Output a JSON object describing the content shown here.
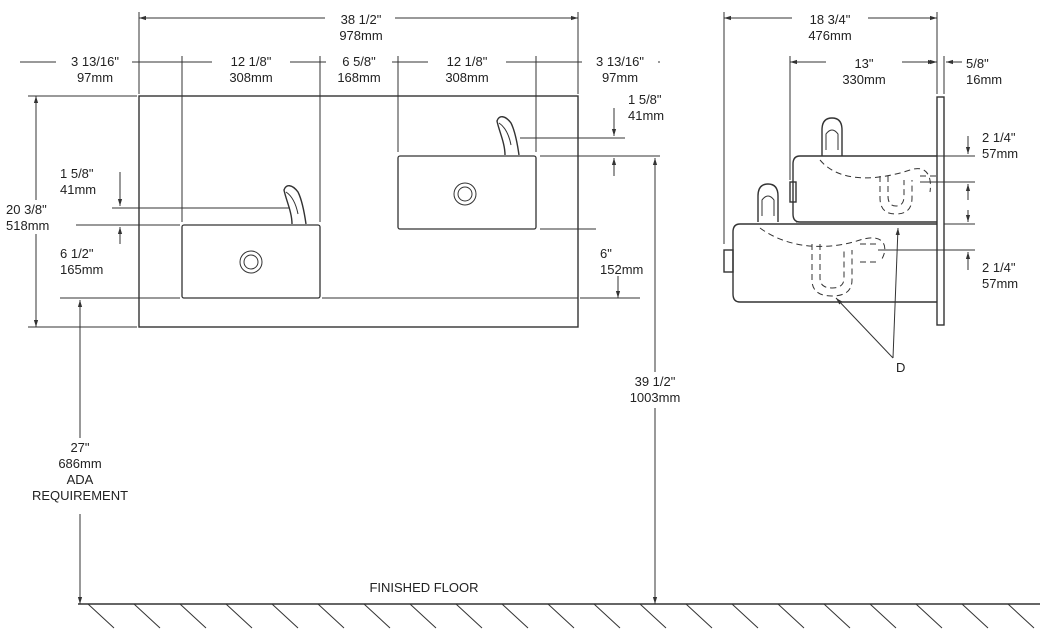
{
  "dimensions": {
    "overall_width": {
      "imperial": "38 1/2\"",
      "metric": "978mm"
    },
    "left_margin": {
      "imperial": "3 13/16\"",
      "metric": "97mm"
    },
    "basin_width_left": {
      "imperial": "12 1/8\"",
      "metric": "308mm"
    },
    "center_gap": {
      "imperial": "6 5/8\"",
      "metric": "168mm"
    },
    "basin_width_right": {
      "imperial": "12 1/8\"",
      "metric": "308mm"
    },
    "right_margin": {
      "imperial": "3 13/16\"",
      "metric": "97mm"
    },
    "bubbler_height_right": {
      "imperial": "1 5/8\"",
      "metric": "41mm"
    },
    "bubbler_height_left": {
      "imperial": "1 5/8\"",
      "metric": "41mm"
    },
    "unit_height": {
      "imperial": "20 3/8\"",
      "metric": "518mm"
    },
    "lower_basin_height": {
      "imperial": "6 1/2\"",
      "metric": "165mm"
    },
    "step_height": {
      "imperial": "6\"",
      "metric": "152mm"
    },
    "high_rim_height": {
      "imperial": "39 1/2\"",
      "metric": "1003mm"
    },
    "ada_height": {
      "imperial": "27\"",
      "metric": "686mm",
      "note_line1": "ADA",
      "note_line2": "REQUIREMENT"
    },
    "side_depth": {
      "imperial": "18 3/4\"",
      "metric": "476mm"
    },
    "side_inner_depth": {
      "imperial": "13\"",
      "metric": "330mm"
    },
    "wall_plate": {
      "imperial": "5/8\"",
      "metric": "16mm"
    },
    "upper_offset": {
      "imperial": "2 1/4\"",
      "metric": "57mm"
    },
    "lower_offset": {
      "imperial": "2 1/4\"",
      "metric": "57mm"
    }
  },
  "callout_d": "D",
  "floor_label": "FINISHED FLOOR"
}
